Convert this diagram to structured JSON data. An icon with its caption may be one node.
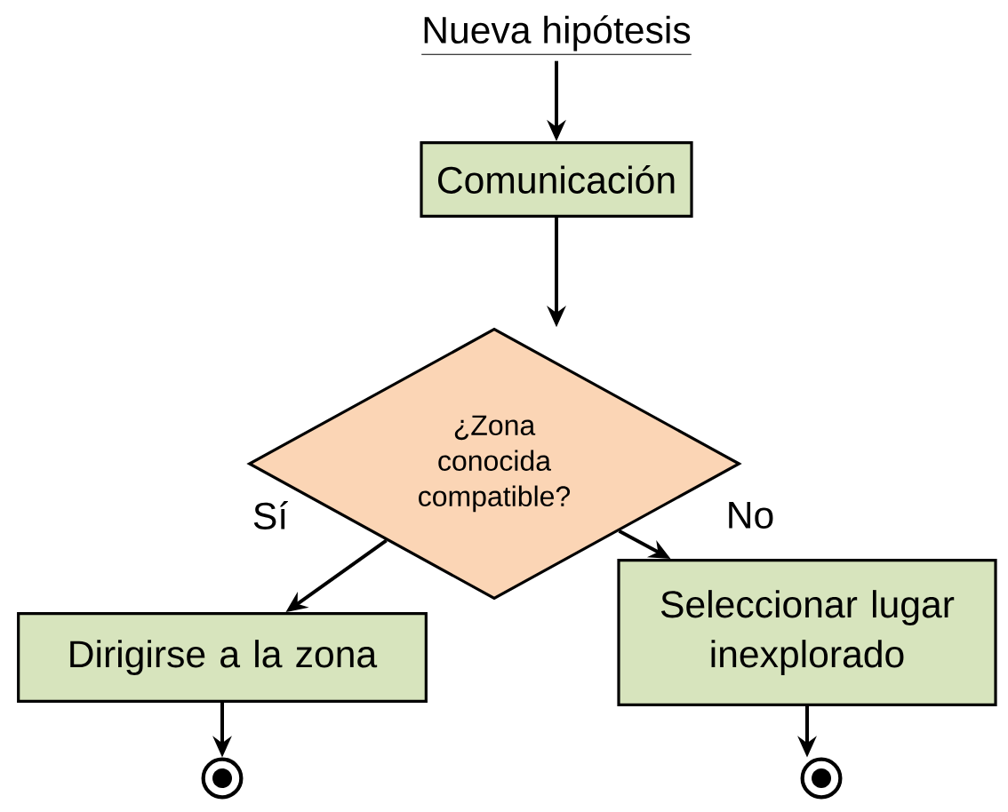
{
  "diagram": {
    "nodes": [
      {
        "text": [
          "Nueva hipótesis"
        ]
      },
      {
        "text": [
          "Comunicación"
        ]
      },
      {
        "text": [
          "¿Zona conocida compatible?"
        ]
      },
      {
        "text": [
          "Dirigirse a la zona"
        ]
      },
      {
        "text": [
          "Seleccionar lugar inexplorado"
        ]
      },
      {
        "text": [],
        "shape": "circle"
      },
      {
        "text": [],
        "shape": "circle"
      }
    ],
    "edges": [
      {
        "from": 0,
        "to": 1,
        "arrow": "to"
      },
      {
        "from": 1,
        "to": 2,
        "arrow": "to"
      },
      {
        "from": 2,
        "to": 3,
        "arrow": "to",
        "label": "Sí"
      },
      {
        "from": 2,
        "to": 4,
        "arrow": "to",
        "label": "No"
      },
      {
        "from": 3,
        "to": 5,
        "arrow": "to"
      },
      {
        "from": 4,
        "to": 6,
        "arrow": "to"
      }
    ]
  }
}
